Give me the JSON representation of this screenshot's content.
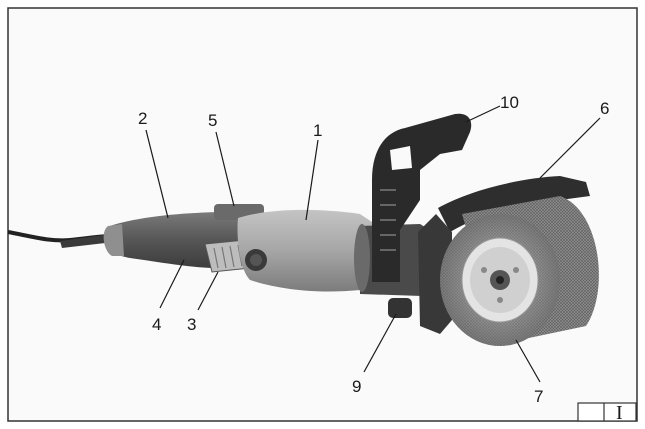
{
  "callouts": [
    {
      "number": "1"
    },
    {
      "number": "2"
    },
    {
      "number": "3"
    },
    {
      "number": "4"
    },
    {
      "number": "5"
    },
    {
      "number": "6"
    },
    {
      "number": "7"
    },
    {
      "number": "9"
    },
    {
      "number": "10"
    }
  ],
  "figure_label": "I",
  "colors": {
    "background": "#fafafa",
    "frame": "#333333",
    "grip": "#5a5a5a",
    "gearbox_body": "#a9a9a9",
    "handle": "#2a2a2a",
    "brush": "#8a8a8a"
  }
}
